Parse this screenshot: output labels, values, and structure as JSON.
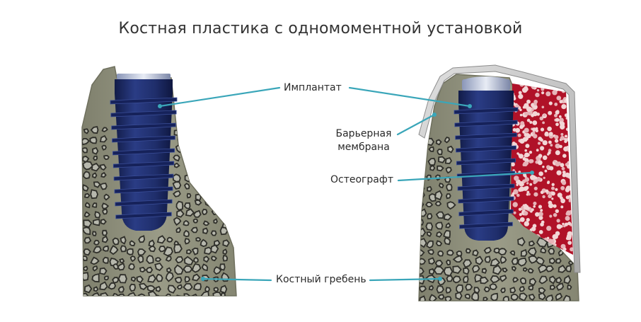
{
  "title": "Костная пластика с одномоментной установкой",
  "labels": {
    "implant": "Имплантат",
    "membrane_line1": "Барьерная",
    "membrane_line2": "мембрана",
    "graft": "Остеографт",
    "ridge": "Костный гребень"
  },
  "colors": {
    "bone": "#8e8f7b",
    "bone_dark": "#6f705e",
    "implant": "#1f2e6b",
    "implant_dark": "#141e4a",
    "graft": "#b01228",
    "membrane": "#c9c9c9",
    "leader": "#3aa6b9",
    "cavity": "#4d4d45"
  }
}
